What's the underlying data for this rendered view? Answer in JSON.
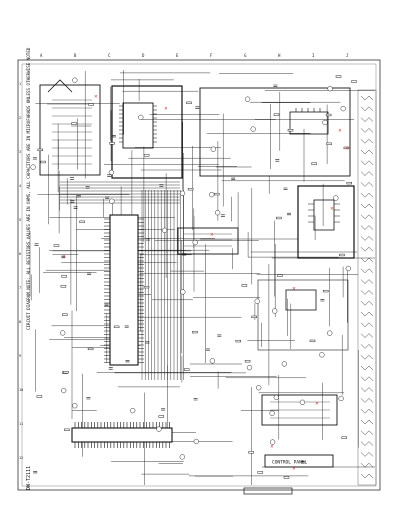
{
  "sheet": {
    "model_code": "DW-T2111",
    "notes_banner": "CIRCUIT DIAGRAM  NOTE: ALL RESISTORS VALUES ARE IN OHMS, ALL CAPACITORS ARE IN MICROFARADS UNLESS OTHERWISE NOTED",
    "column_marks": [
      "A",
      "B",
      "C",
      "D",
      "E",
      "F",
      "G",
      "H",
      "I",
      "J"
    ],
    "row_marks": [
      "1",
      "2",
      "3",
      "4",
      "5",
      "6",
      "7",
      "8",
      "9",
      "10",
      "11",
      "12"
    ],
    "control_panel_label": "CONTROL PANEL",
    "accent_color": "#d0302a",
    "ink_color": "#111111"
  }
}
